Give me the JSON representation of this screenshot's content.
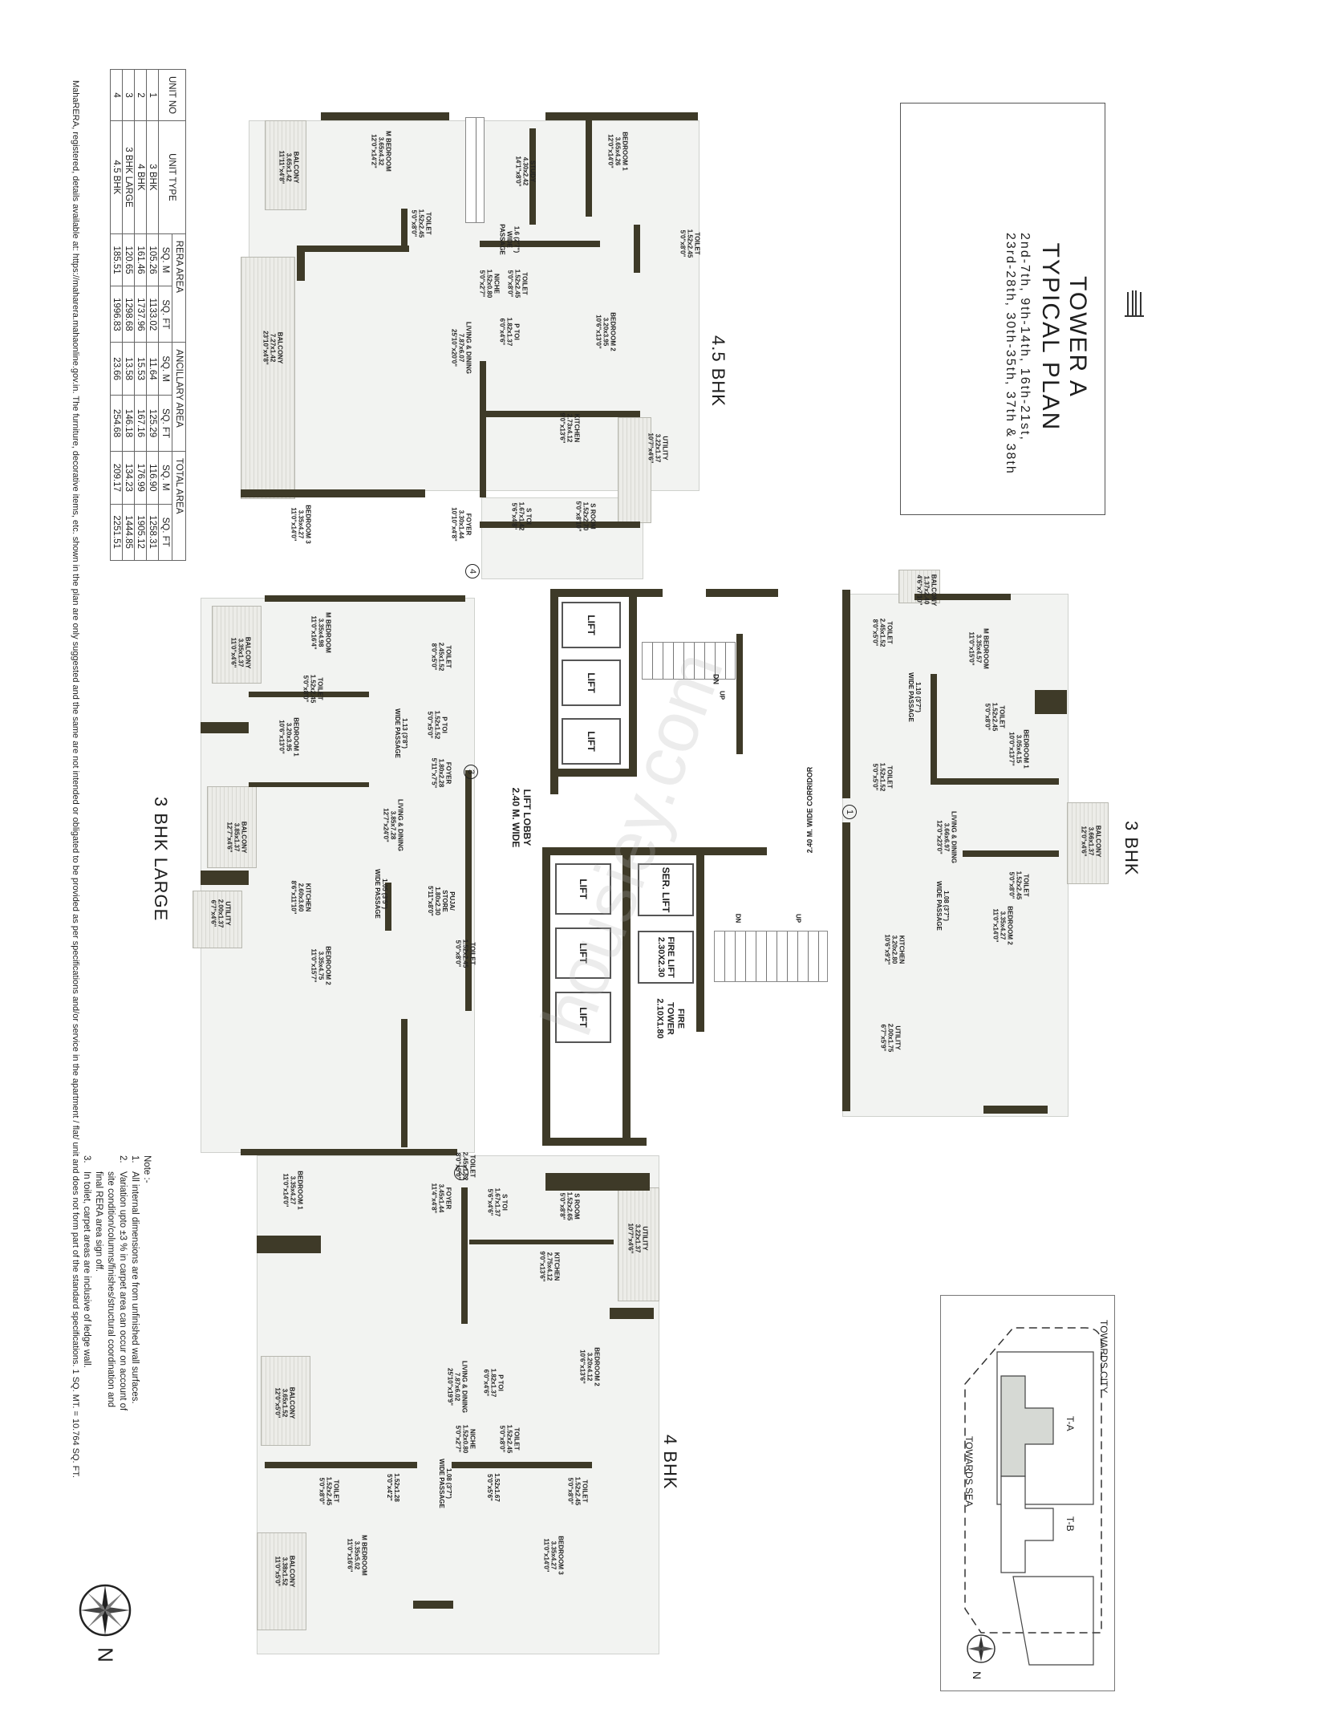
{
  "title_block": {
    "icon": "building-logo-icon",
    "title_line1": "TOWER A",
    "title_line2": "TYPICAL PLAN",
    "floors_line1": "2nd-7th, 9th-14th, 16th-21st,",
    "floors_line2": "23rd-28th, 30th-35th, 37th & 38th"
  },
  "area_table": {
    "headers": {
      "unit_no": "UNIT NO",
      "unit_type": "UNIT TYPE",
      "rera_area": "RERA AREA",
      "ancillary_area": "ANCILLARY AREA",
      "total_area": "TOTAL AREA",
      "sq_m": "SQ. M",
      "sq_ft": "SQ. FT"
    },
    "rows": [
      {
        "unit_no": "1",
        "unit_type": "3 BHK",
        "rera_sqm": "105.26",
        "rera_sqft": "1133.02",
        "anc_sqm": "11.64",
        "anc_sqft": "125.29",
        "total_sqm": "116.90",
        "total_sqft": "1258.31"
      },
      {
        "unit_no": "2",
        "unit_type": "4 BHK",
        "rera_sqm": "161.46",
        "rera_sqft": "1737.96",
        "anc_sqm": "15.53",
        "anc_sqft": "167.16",
        "total_sqm": "176.99",
        "total_sqft": "1905.12"
      },
      {
        "unit_no": "3",
        "unit_type": "3 BHK LARGE",
        "rera_sqm": "120.65",
        "rera_sqft": "1298.68",
        "anc_sqm": "13.58",
        "anc_sqft": "146.18",
        "total_sqm": "134.23",
        "total_sqft": "1444.85"
      },
      {
        "unit_no": "4",
        "unit_type": "4.5 BHK",
        "rera_sqm": "185.51",
        "rera_sqft": "1996.83",
        "anc_sqm": "23.66",
        "anc_sqft": "254.68",
        "total_sqm": "209.17",
        "total_sqft": "2251.51"
      }
    ]
  },
  "disclaimer": "MahaRERA, registered, details available at: https://maharera.mahaonline.gov.in. The furniture, decorative items, etc. shown in the plan are only suggested and the same are not intended or obligated to be provided as per specifications and/or service in the apartment / flat/ unit and does not form part of the standard specifications. 1 SQ. MT. = 10.764 SQ. FT.",
  "notes": {
    "heading": "Note :-",
    "items": [
      {
        "no": "1.",
        "text": "All internal dimensions are from unfinished wall surfaces."
      },
      {
        "no": "2.",
        "text": "Variation upto ±3 % in carpet area can occur on account of"
      },
      {
        "no": "",
        "text": "site condition/columns/finishes/structural coordination and"
      },
      {
        "no": "",
        "text": "final RERA area sign off."
      },
      {
        "no": "3.",
        "text": "In toilet, carpet areas are inclusive of ledge wall."
      }
    ]
  },
  "units": {
    "u45bhk": {
      "name": "4.5 BHK",
      "number": "4",
      "rooms": [
        {
          "label": "M BEDROOM\n3.65x4.32\n12'0\"x14'2\""
        },
        {
          "label": "BALCONY\n3.65x1.42\n11'11\"x4'8\""
        },
        {
          "label": "TOILET\n1.52x2.45\n5'0\"x8'0\""
        },
        {
          "label": "STUDY\n4.30x2.42\n14'1\"x8'0\""
        },
        {
          "label": "1.6 (2'7\")\nWIDE\nPASSAGE"
        },
        {
          "label": "BEDROOM 1\n3.65x4.26\n12'0\"x14'0\""
        },
        {
          "label": "TOILET\n1.52x2.45\n5'0\"x8'0\""
        },
        {
          "label": "TOILET\n1.52x2.45\n5'0\"x8'0\""
        },
        {
          "label": "NICHE\n1.52x0.80\n5'0\"x2'7\""
        },
        {
          "label": "P TOI\n1.82x1.37\n6'0\"x4'6\""
        },
        {
          "label": "BEDROOM 2\n3.20x3.95\n10'6\"x13'0\""
        },
        {
          "label": "BALCONY\n7.27x1.42\n23'10\"x4'8\""
        },
        {
          "label": "LIVING & DINING\n7.87x6.07\n25'10\"x20'0\""
        },
        {
          "label": "KITCHEN\n2.73x4.12\n9'0\"x13'6\""
        },
        {
          "label": "UTILITY\n3.22x1.37\n10'7\"x4'6\""
        },
        {
          "label": "S TOI\n1.67x1.42\n5'6\"x4'8\""
        },
        {
          "label": "S ROOM\n1.52x2.70\n5'0\"x8'10\""
        },
        {
          "label": "FOYER\n3.30x1.44\n10'10\"x4'8\""
        },
        {
          "label": "BEDROOM 3\n3.35x4.27\n11'0\"x14'0\""
        }
      ]
    },
    "u3bhklarge": {
      "name": "3 BHK LARGE",
      "number": "3",
      "rooms": [
        {
          "label": "TOILET\n2.45x1.52\n8'0\"x5'0\""
        },
        {
          "label": "M BEDROOM\n3.35x4.98\n11'0\"x16'4\""
        },
        {
          "label": "BALCONY\n3.35x1.37\n11'0\"x4'6\""
        },
        {
          "label": "TOILET\n1.52x2.45\n5'0\"x8'0\""
        },
        {
          "label": "P TOI\n1.52x1.52\n5'0\"x5'0\""
        },
        {
          "label": "1.13 (3'8\")\nWIDE PASSAGE"
        },
        {
          "label": "BEDROOM 1\n3.20x3.95\n10'6\"x13'0\""
        },
        {
          "label": "FOYER\n1.80x2.28\n5'11\"x7'5\""
        },
        {
          "label": "LIVING & DINING\n3.85x7.28\n12'7\"x24'0\""
        },
        {
          "label": "BALCONY\n3.85x1.37\n12'7\"x4'6\""
        },
        {
          "label": "1.05 (3'5\")\nWIDE PASSAGE"
        },
        {
          "label": "PUJA/\nSTORE\n1.80x2.30\n5'11\"x8'0\""
        },
        {
          "label": "KITCHEN\n2.60x3.60\n8'6\"x11'10\""
        },
        {
          "label": "UTILITY\n2.00x1.37\n6'7\"x4'6\""
        },
        {
          "label": "TOILET\n1.52x2.45\n5'0\"x8'0\""
        },
        {
          "label": "BEDROOM 2\n3.35x4.75\n11'0\"x15'7\""
        }
      ]
    },
    "u3bhk": {
      "name": "3 BHK",
      "number": "1",
      "rooms": [
        {
          "label": "BALCONY\n1.37x2.40\n4'6\"x7'10\""
        },
        {
          "label": "TOILET\n2.45x1.52\n8'0\"x5'0\""
        },
        {
          "label": "M BEDROOM\n3.35x4.57\n11'0\"x15'0\""
        },
        {
          "label": "1.10 (3'7\")\nWIDE PASSAGE"
        },
        {
          "label": "TOILET\n1.52x2.45\n5'0\"x8'0\""
        },
        {
          "label": "BEDROOM 1\n3.05x4.15\n10'0\"x13'7\""
        },
        {
          "label": "TOILET\n1.52x1.52\n5'0\"x5'0\""
        },
        {
          "label": "LIVING & DINING\n3.66x6.97\n12'0\"x23'0\""
        },
        {
          "label": "BALCONY\n3.66x1.37\n12'0\"x4'6\""
        },
        {
          "label": "1.08 (3'7\")\nWIDE PASSAGE"
        },
        {
          "label": "TOILET\n1.52x2.45\n5'0\"x8'0\""
        },
        {
          "label": "KITCHEN\n3.20x2.80\n10'6\"x9'2\""
        },
        {
          "label": "BEDROOM 2\n3.35x4.27\n11'0\"x14'0\""
        },
        {
          "label": "UTILITY\n2.00x1.75\n6'7\"x5'9\""
        }
      ]
    },
    "u4bhk": {
      "name": "4 BHK",
      "number": "2",
      "rooms": [
        {
          "label": "BEDROOM 1\n3.35x4.27\n11'0\"x14'0\""
        },
        {
          "label": "TOILET\n2.45x1.52\n8'0\"x5'0\""
        },
        {
          "label": "FOYER\n3.45x1.44\n11'4\"x4'8\""
        },
        {
          "label": "S TOI\n1.67x1.37\n5'6\"x4'6\""
        },
        {
          "label": "S ROOM\n1.52x2.65\n5'0\"x8'8\""
        },
        {
          "label": "UTILITY\n3.22x1.37\n10'7\"x4'6\""
        },
        {
          "label": "KITCHEN\n2.75x4.12\n9'0\"x13'6\""
        },
        {
          "label": "LIVING & DINING\n7.87x6.02\n25'10\"x19'9\""
        },
        {
          "label": "BEDROOM 2\n3.20x4.12\n10'6\"x13'6\""
        },
        {
          "label": "P TOI\n1.82x1.37\n6'0\"x4'6\""
        },
        {
          "label": "NICHE\n1.52x0.80\n5'0\"x2'7\""
        },
        {
          "label": "TOILET\n1.52x2.45\n5'0\"x8'0\""
        },
        {
          "label": "BALCONY\n3.65x1.52\n12'0\"x5'0\""
        },
        {
          "label": "1.08 (3'7\")\nWIDE PASSAGE"
        },
        {
          "label": "TOILET\n1.52x2.45\n5'0\"x8'0\""
        },
        {
          "label": "1.52x1.28\n5'0\"x4'2\""
        },
        {
          "label": "1.52x1.67\n5'0\"x5'6\""
        },
        {
          "label": "TOILET\n1.52x2.45\n5'0\"x8'0\""
        },
        {
          "label": "M BEDROOM\n3.35x5.02\n11'0\"x16'6\""
        },
        {
          "label": "BALCONY\n3.38x1.52\n11'0\"x5'0\""
        },
        {
          "label": "BEDROOM 3\n3.35x4.27\n11'0\"x14'0\""
        }
      ]
    }
  },
  "core": {
    "lift_label": "LIFT",
    "service_lift": "SER. LIFT",
    "fire_lift": "FIRE LIFT\n2.30X2.30",
    "fire_tower": "FIRE\nTOWER\n2.10X1.80",
    "lobby": "LIFT LOBBY\n2.40 M. WIDE",
    "corridor": "2.40 M. WIDE CORRIDOR",
    "stair_up": "UP",
    "stair_dn": "DN"
  },
  "key_plan": {
    "towards_city": "TOWARDS CITY",
    "towards_sea": "TOWARDS SEA",
    "tower_a": "T-A",
    "tower_b": "T-B",
    "north": "N"
  },
  "compass": {
    "north": "N"
  },
  "watermark": "housiey.com",
  "colors": {
    "wall": "#3e3a28",
    "room": "#f2f3f1",
    "highlight": "#d6d9d4"
  }
}
